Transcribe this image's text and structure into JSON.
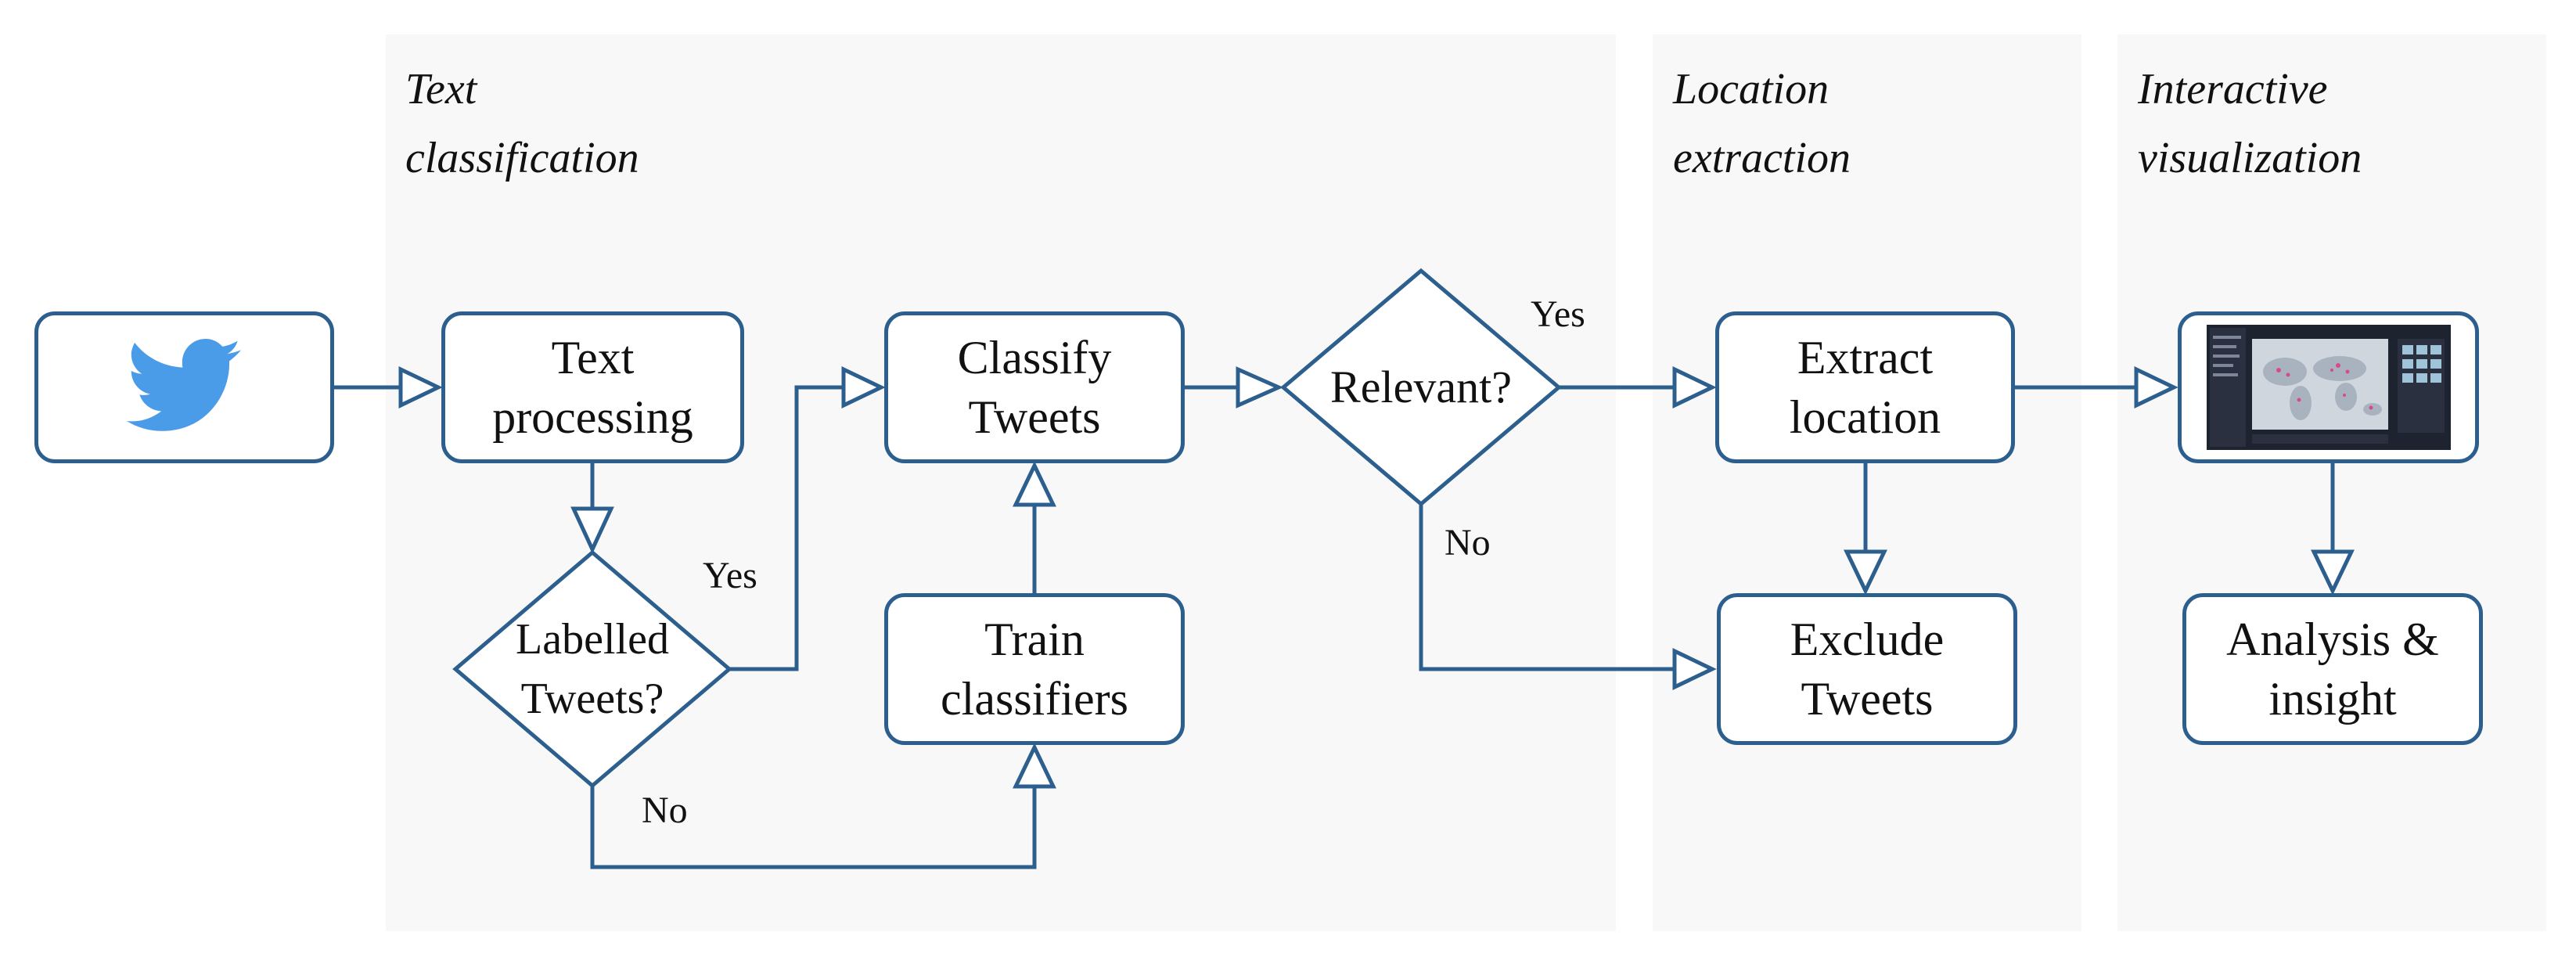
{
  "panels": {
    "text_classification": {
      "title_line1": "Text",
      "title_line2": "classification"
    },
    "location_extraction": {
      "title_line1": "Location",
      "title_line2": "extraction"
    },
    "interactive_visualization": {
      "title_line1": "Interactive",
      "title_line2": "visualization"
    }
  },
  "nodes": {
    "text_processing": {
      "line1": "Text",
      "line2": "processing"
    },
    "classify_tweets": {
      "line1": "Classify",
      "line2": "Tweets"
    },
    "train_classifiers": {
      "line1": "Train",
      "line2": "classifiers"
    },
    "extract_location": {
      "line1": "Extract",
      "line2": "location"
    },
    "exclude_tweets": {
      "line1": "Exclude",
      "line2": "Tweets"
    },
    "analysis_insight": {
      "line1": "Analysis &",
      "line2": "insight"
    }
  },
  "decisions": {
    "labelled_tweets": {
      "line1": "Labelled",
      "line2": "Tweets?"
    },
    "relevant": {
      "line1": "Relevant?"
    }
  },
  "edge_labels": {
    "labelled_yes": "Yes",
    "labelled_no": "No",
    "relevant_yes": "Yes",
    "relevant_no": "No"
  },
  "icons": {
    "source": "twitter-bird-icon",
    "dashboard": "map-dashboard-thumbnail-icon"
  },
  "colors": {
    "stroke": "#2c5f8e",
    "twitter_blue": "#4a9be8",
    "panel_bg": "#f8f8f8"
  }
}
